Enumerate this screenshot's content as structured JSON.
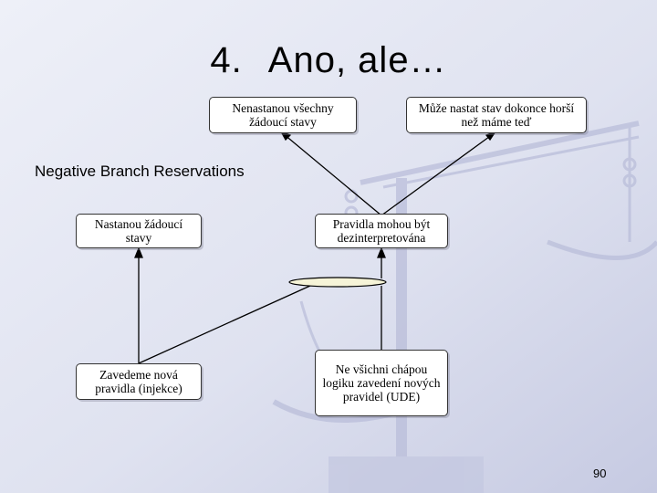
{
  "slide": {
    "title_number": "4.",
    "title_text": "Ano, ale…",
    "subtitle": "Negative Branch Reservations",
    "page_number": "90"
  },
  "nodes": {
    "top_left": "Nenastanou všechny žádoucí stavy",
    "top_right": "Může nastat stav dokonce horší než máme teď",
    "mid_left": "Nastanou žádoucí stavy",
    "mid_right": "Pravidla mohou být dezinterpretována",
    "bottom_left": "Zavedeme nová pravidla (injekce)",
    "bottom_right": "Ne všichni chápou logiku zavedení nových pravidel (UDE)"
  },
  "colors": {
    "background_light": "#eef0f8",
    "background_dark": "#c9cde4",
    "scale_decoration": "#b3b7d6",
    "line": "#000000",
    "ellipse_fill": "#f6f4d8"
  }
}
